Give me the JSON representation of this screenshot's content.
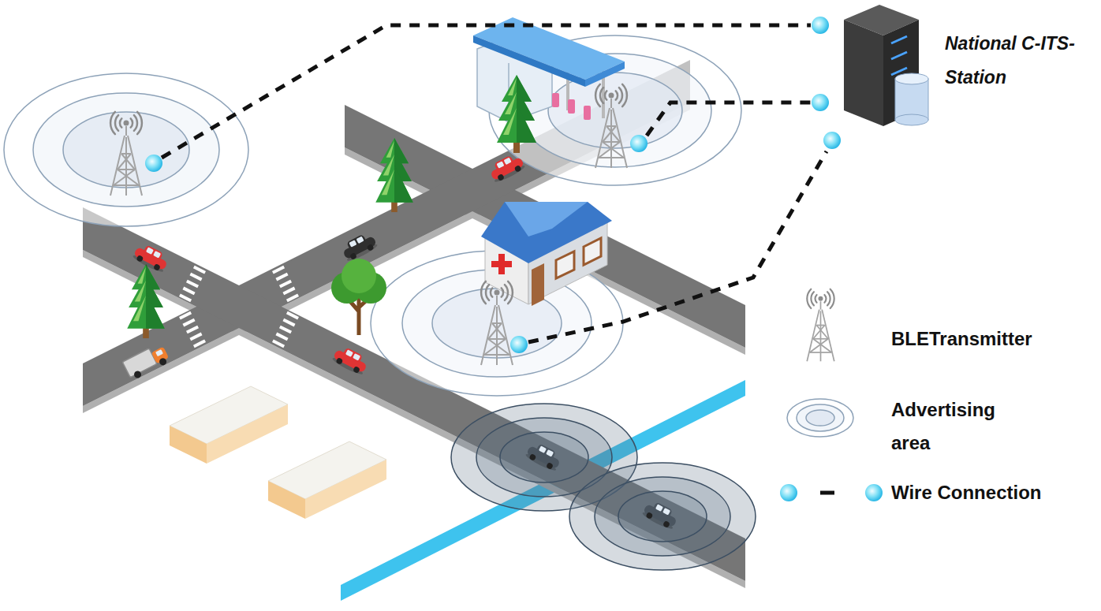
{
  "diagram": {
    "labels": [
      "National C-ITS-Station"
    ],
    "legend": [
      {
        "text": "BLETransmitter"
      },
      {
        "text": "Advertising area"
      },
      {
        "text": "Wire Connection"
      }
    ]
  }
}
